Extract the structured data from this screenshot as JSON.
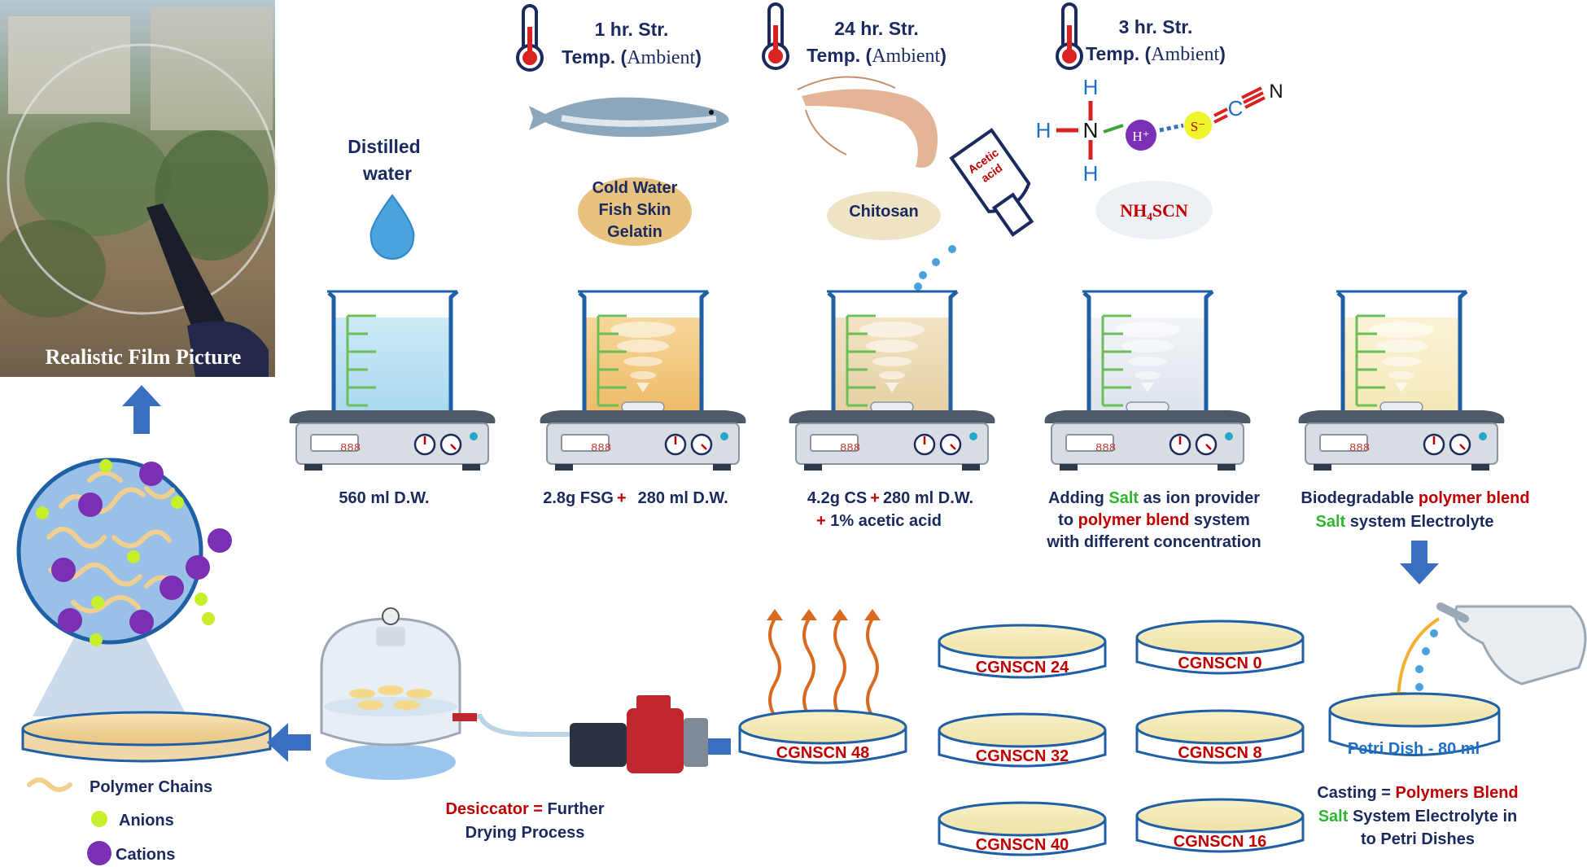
{
  "photo": {
    "caption": "Realistic Film Picture"
  },
  "steps": [
    {
      "temp_line1": "",
      "temp_line2": "",
      "ingredient": "Distilled water",
      "label": "560 ml D.W."
    },
    {
      "temp_line1": "1 hr. Str.",
      "temp_line2": "Temp. (Ambient)",
      "ingredient": "Cold Water Fish Skin Gelatin",
      "label_a": "2.8g FSG",
      "label_plus": "+",
      "label_b": "280 ml D.W."
    },
    {
      "temp_line1": "24 hr. Str.",
      "temp_line2": "Temp. (Ambient)",
      "ingredient": "Chitosan",
      "label_a": "4.2g CS",
      "label_plus": "+",
      "label_b": "280 ml D.W.",
      "label_c": "+ 1% acetic acid",
      "bottle": "Acetic acid"
    },
    {
      "temp_line1": "3 hr. Str.",
      "temp_line2": "Temp. (Ambient)",
      "ingredient": "NH₄SCN",
      "label_l1a": "Adding ",
      "label_l1b": "Salt",
      "label_l1c": " as ion provider",
      "label_l2a": "to ",
      "label_l2b": "polymer blend",
      "label_l2c": " system",
      "label_l3": "with different concentration"
    },
    {
      "label_l1a": "Biodegradable ",
      "label_l1b": "polymer blend",
      "label_l2a": "Salt",
      "label_l2b": " system Electrolyte"
    }
  ],
  "stirrer_display": "888",
  "molecule": {
    "h_top": "H",
    "h_left": "H",
    "n": "N",
    "h_bottom": "H",
    "h_plus": "H⁺",
    "s_minus": "S⁻",
    "c": "C",
    "n2": "N"
  },
  "petri": [
    {
      "label": "CGNSCN 24"
    },
    {
      "label": "CGNSCN 0"
    },
    {
      "label": "CGNSCN 32"
    },
    {
      "label": "CGNSCN 8"
    },
    {
      "label": "CGNSCN 40"
    },
    {
      "label": "CGNSCN 16"
    },
    {
      "label": "CGNSCN 48"
    }
  ],
  "casting": {
    "dish": "Petri Dish - 80 ml",
    "l1a": "Casting = ",
    "l1b": "Polymers Blend",
    "l2a": "Salt",
    "l2b": " System Electrolyte in",
    "l3": "to Petri Dishes"
  },
  "desiccator": {
    "l1a": "Desiccator = ",
    "l1b": "Further",
    "l2": "Drying Process"
  },
  "legend": {
    "chains": "Polymer Chains",
    "anions": "Anions",
    "cations": "Cations"
  },
  "colors": {
    "navy": "#1a2a5e",
    "red": "#c00000",
    "green": "#2fb52f",
    "arrow_blue": "#3a6fbf",
    "cation": "#7a2fb5",
    "anion": "#c7ef2a"
  }
}
